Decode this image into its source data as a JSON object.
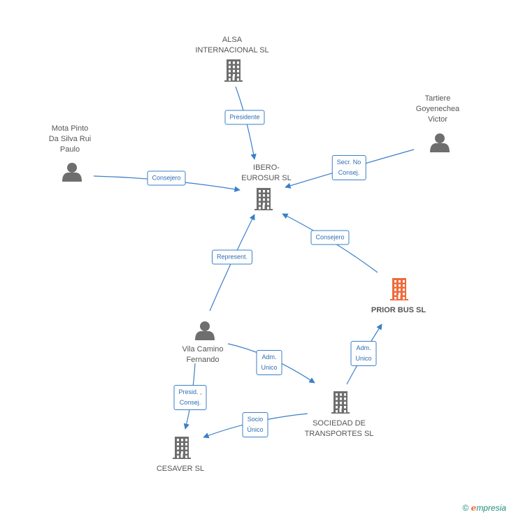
{
  "nodes": [
    {
      "id": "alsa",
      "type": "company",
      "label": "ALSA\nINTERNACIONAL SL",
      "highlight": false
    },
    {
      "id": "ibero",
      "type": "company",
      "label": "IBERO-\nEUROSUR SL",
      "highlight": false
    },
    {
      "id": "tartiere",
      "type": "person",
      "label": "Tartiere\nGoyenechea\nVictor",
      "highlight": false
    },
    {
      "id": "mota",
      "type": "person",
      "label": "Mota Pinto\nDa Silva Rui\nPaulo",
      "highlight": false
    },
    {
      "id": "prior",
      "type": "company",
      "label": "PRIOR BUS SL",
      "highlight": true
    },
    {
      "id": "vila",
      "type": "person",
      "label": "Vila Camino\nFernando",
      "highlight": false
    },
    {
      "id": "sociedad",
      "type": "company",
      "label": "SOCIEDAD DE\nTRANSPORTES SL",
      "highlight": false
    },
    {
      "id": "cesaver",
      "type": "company",
      "label": "CESAVER SL",
      "highlight": false
    }
  ],
  "edges": [
    {
      "from": "alsa",
      "to": "ibero",
      "label": "Presidente"
    },
    {
      "from": "tartiere",
      "to": "ibero",
      "label": "Secr.  No\nConsej."
    },
    {
      "from": "mota",
      "to": "ibero",
      "label": "Consejero"
    },
    {
      "from": "prior",
      "to": "ibero",
      "label": "Consejero"
    },
    {
      "from": "vila",
      "to": "ibero",
      "label": "Represent."
    },
    {
      "from": "vila",
      "to": "sociedad",
      "label": "Adm.\nUnico"
    },
    {
      "from": "sociedad",
      "to": "prior",
      "label": "Adm.\nUnico"
    },
    {
      "from": "vila",
      "to": "cesaver",
      "label": "Presid. ,\nConsej."
    },
    {
      "from": "sociedad",
      "to": "cesaver",
      "label": "Socio\nÚnico"
    }
  ],
  "colors": {
    "company": "#6e6e6e",
    "highlight": "#f06a3a",
    "person": "#6e6e6e",
    "edge": "#3a7fc8"
  },
  "footer": {
    "copyright": "©",
    "brand_initial": "e",
    "brand": "mpresia"
  }
}
